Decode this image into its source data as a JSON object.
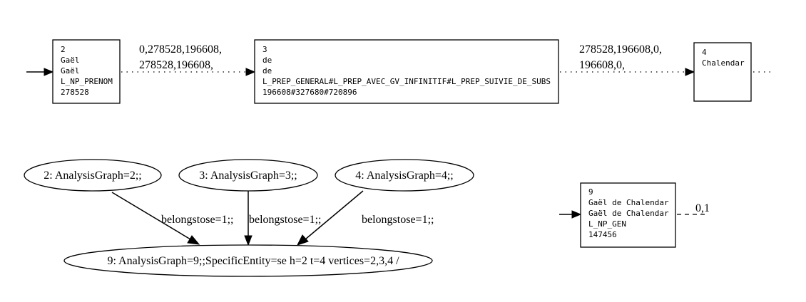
{
  "top_graph": {
    "node_2": {
      "lines": [
        "2",
        "Gaël",
        "Gaël",
        "L_NP_PRENOM",
        "278528"
      ]
    },
    "node_3": {
      "lines": [
        "3",
        "de",
        "de",
        "L_PREP_GENERAL#L_PREP_AVEC_GV_INFINITIF#L_PREP_SUIVIE_DE_SUBS",
        "196608#327680#720896"
      ]
    },
    "node_4": {
      "lines": [
        "4",
        "Chalendar"
      ]
    },
    "edge_2_3": {
      "lines": [
        "0,278528,196608,",
        "278528,196608,"
      ]
    },
    "edge_3_4": {
      "lines": [
        "278528,196608,0,",
        "196608,0,"
      ]
    }
  },
  "analysis_graph": {
    "node_2": "2: AnalysisGraph=2;;",
    "node_3": "3: AnalysisGraph=3;;",
    "node_4": "4: AnalysisGraph=4;;",
    "node_9": "9: AnalysisGraph=9;;SpecificEntity=se h=2 t=4 vertices=2,3,4 /",
    "edge_2_9": "belongstose=1;;",
    "edge_3_9": "belongstose=1;;",
    "edge_4_9": "belongstose=1;;"
  },
  "entity_graph": {
    "node_9": {
      "lines": [
        "9",
        "Gaël de Chalendar",
        "Gaël de Chalendar",
        "L_NP_GEN",
        "147456"
      ]
    },
    "edge_out": "0,1"
  }
}
